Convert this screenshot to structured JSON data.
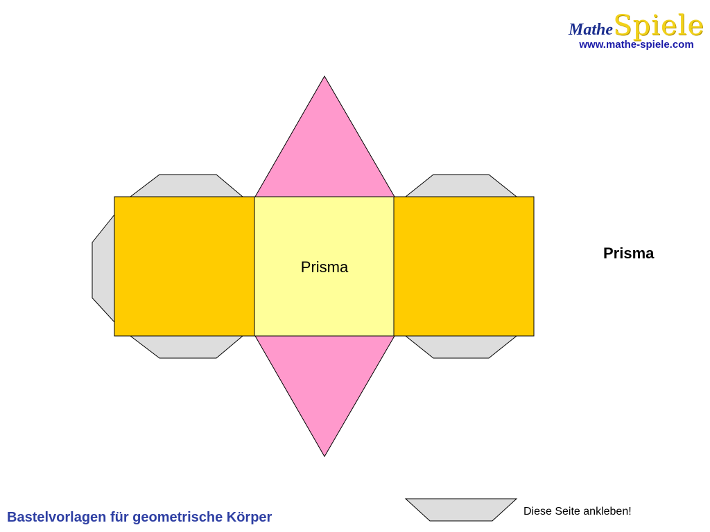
{
  "logo": {
    "mathe": "Mathe",
    "spiele": "Spiele",
    "url": "www.mathe-spiele.com"
  },
  "net": {
    "center_label": "Prisma",
    "colors": {
      "side_face": "#ffcc00",
      "center_face": "#ffff99",
      "triangle": "#ff99cc",
      "glue_flap": "#dddddd",
      "stroke": "#000000"
    }
  },
  "side_title": "Prisma",
  "footer": {
    "title": "Bastelvorlagen für geometrische Körper",
    "glue_note": "Diese Seite ankleben!"
  }
}
